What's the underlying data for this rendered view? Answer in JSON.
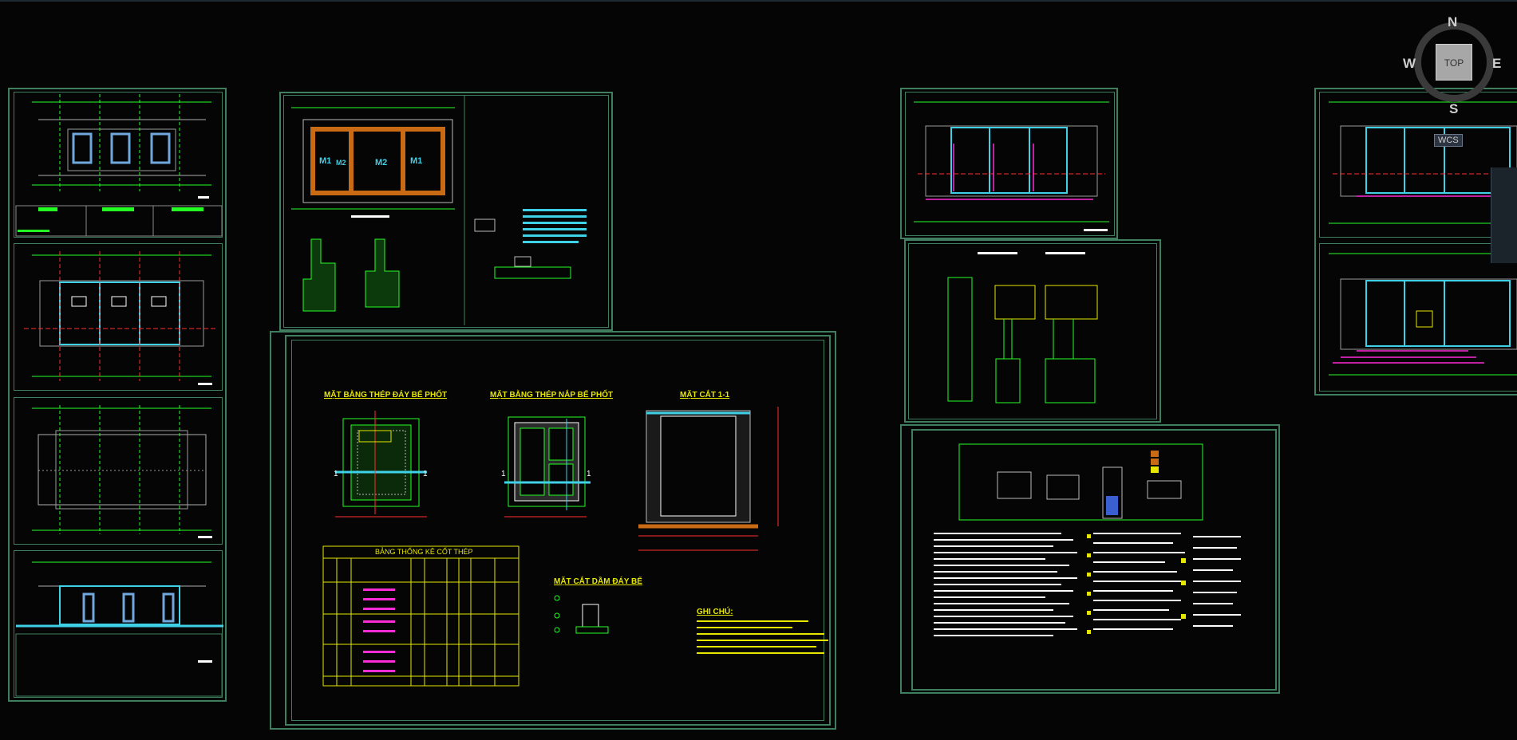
{
  "viewcube": {
    "north": "N",
    "south": "S",
    "east": "E",
    "west": "W",
    "face": "TOP"
  },
  "wcs_label": "WCS",
  "colors": {
    "background": "#000000",
    "frame": "#3f7f5f",
    "wall_cyan": "#3fd1e8",
    "grid_red": "#ff3030",
    "annotation_yellow": "#e6e600",
    "hatch_orange": "#c96a15",
    "dim_green": "#23ff23",
    "magenta": "#ff2bd6"
  },
  "drawings": {
    "door_labels": [
      "M1",
      "M2",
      "M2",
      "M1"
    ],
    "plan_bottom_title": "MẶT BẰNG THÉP ĐÁY BỂ PHỐT",
    "plan_top_title": "MẶT BẰNG THÉP NẮP BỂ PHỐT",
    "section_title": "MẶT CẮT 1-1",
    "beam_section_title": "MẶT CẮT DẦM ĐÁY BỂ",
    "table_title": "BẢNG THỐNG KÊ CỐT THÉP",
    "notes_title": "GHI CHÚ:",
    "section_mark": "1"
  }
}
